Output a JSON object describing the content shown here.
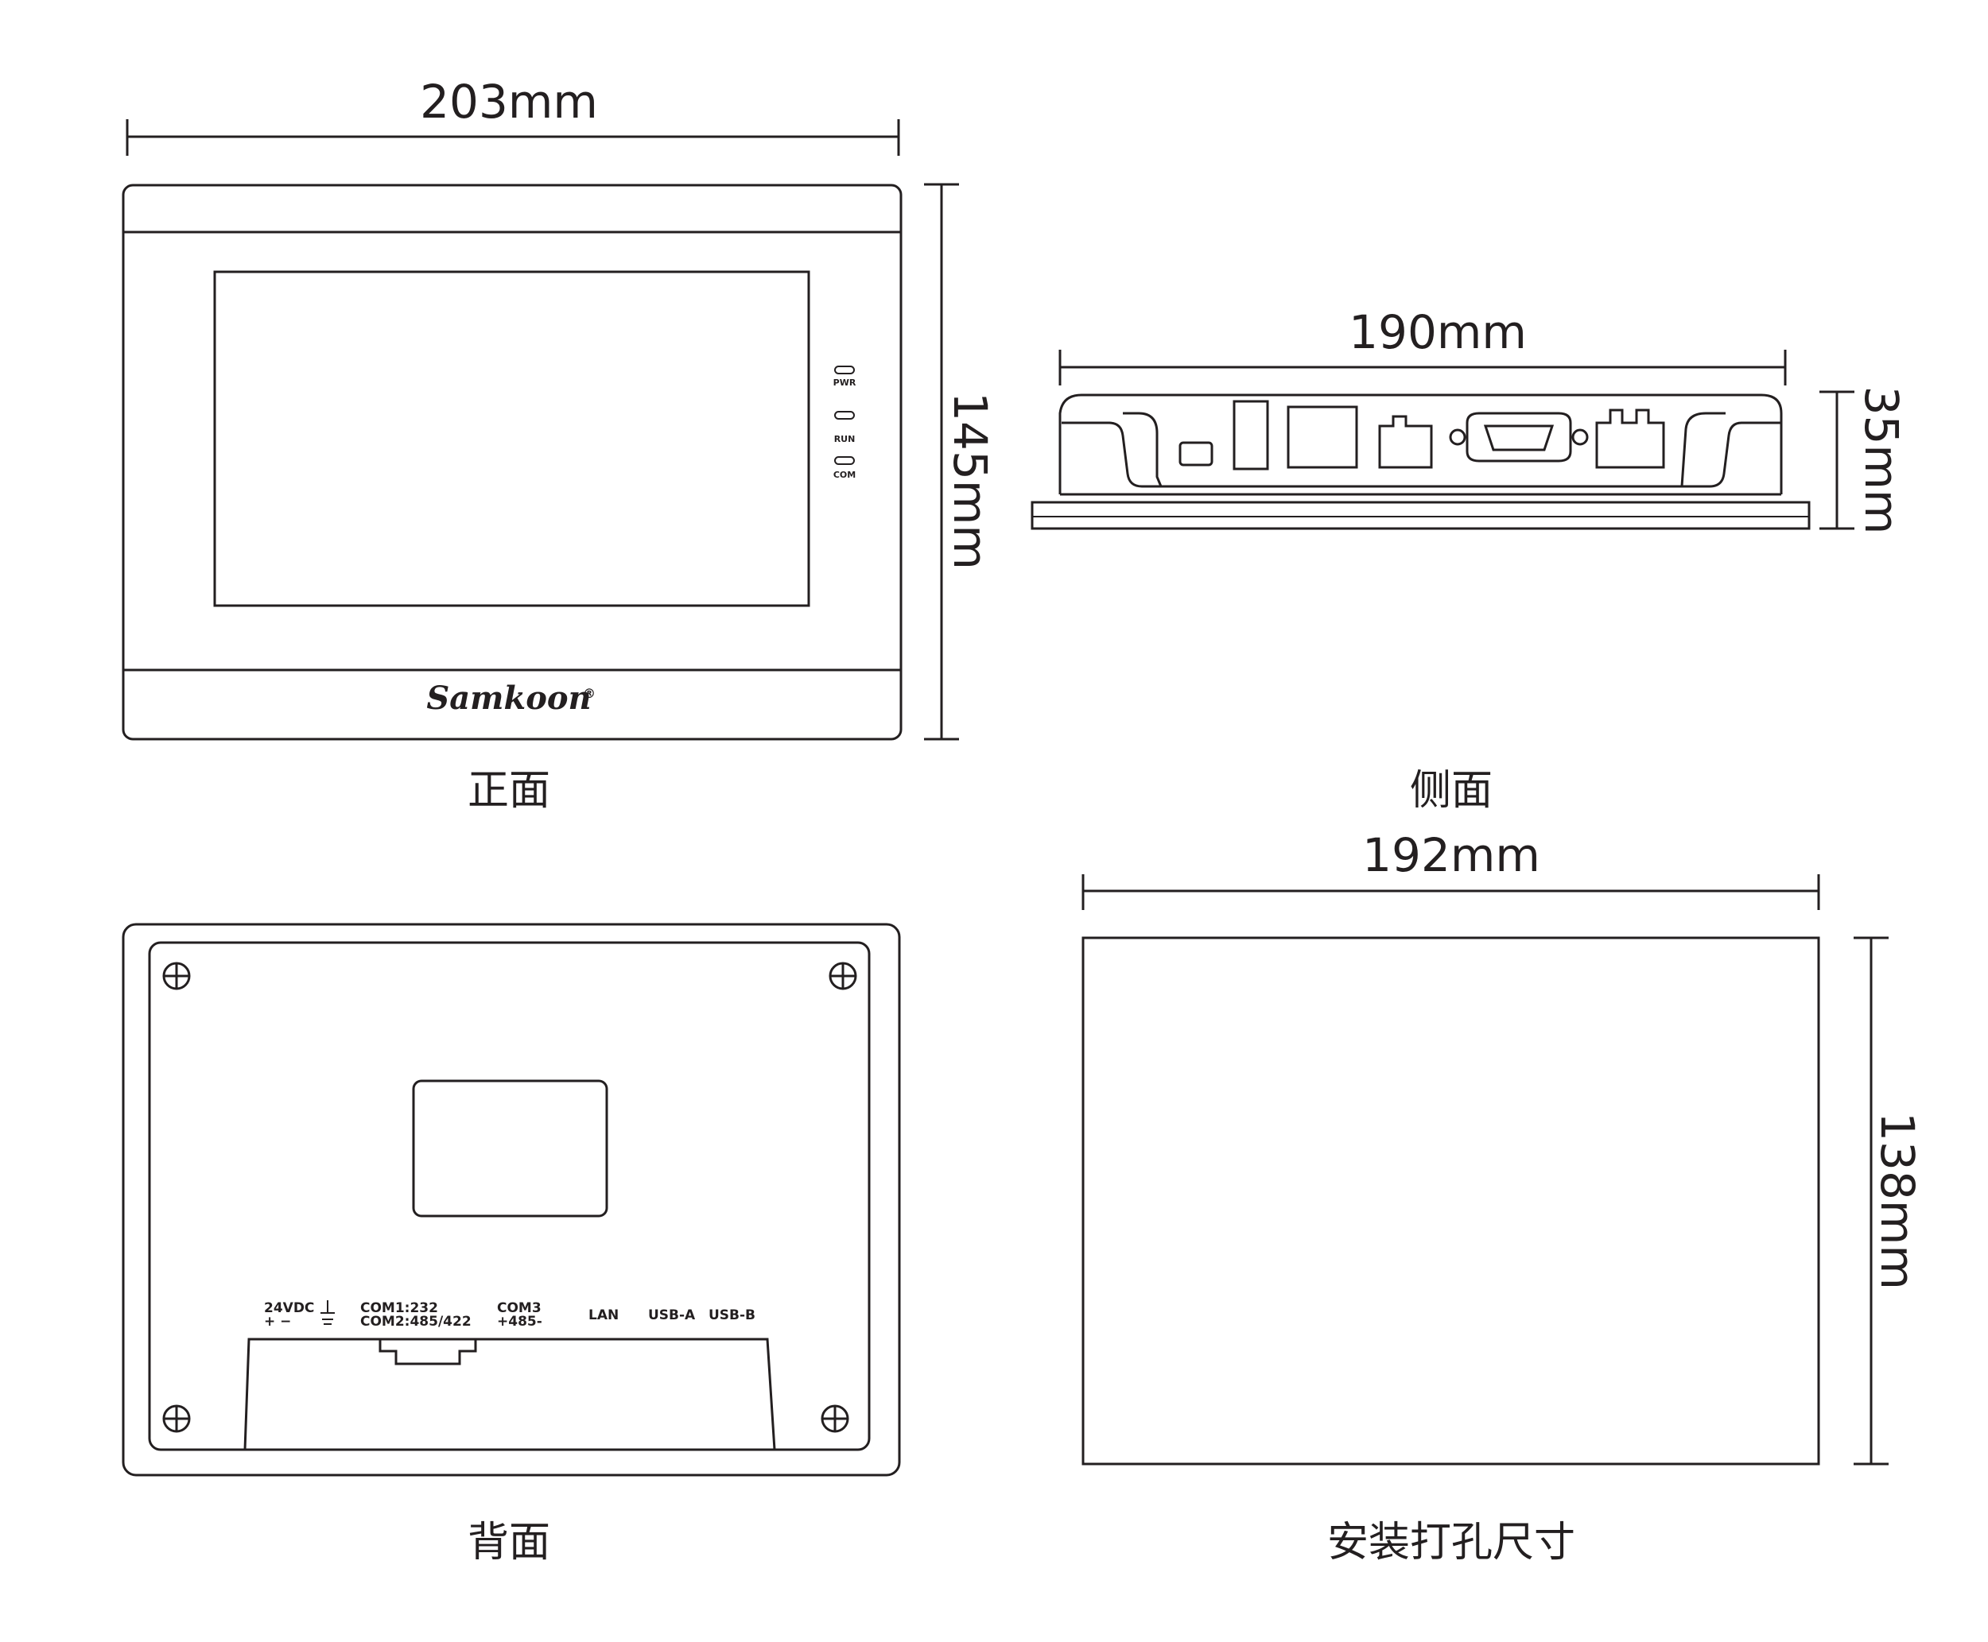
{
  "front_view": {
    "width_label": "203mm",
    "height_label": "145mm",
    "caption": "正面",
    "brand": "Samkoon",
    "brand_mark": "®",
    "leds": [
      "PWR",
      "RUN",
      "COM"
    ]
  },
  "side_view": {
    "width_label": "190mm",
    "depth_label": "35mm",
    "caption": "侧面"
  },
  "back_view": {
    "caption": "背面",
    "ports": {
      "power": "24VDC",
      "power_polarity": "+      −",
      "com12_line1": "COM1:232",
      "com12_line2": "COM2:485/422",
      "com3_line1": "COM3",
      "com3_line2": "+485-",
      "lan": "LAN",
      "usb_a": "USB-A",
      "usb_b": "USB-B"
    }
  },
  "cutout_view": {
    "width_label": "192mm",
    "height_label": "138mm",
    "caption": "安装打孔尺寸"
  },
  "colors": {
    "stroke": "#231f20",
    "background": "#ffffff"
  }
}
